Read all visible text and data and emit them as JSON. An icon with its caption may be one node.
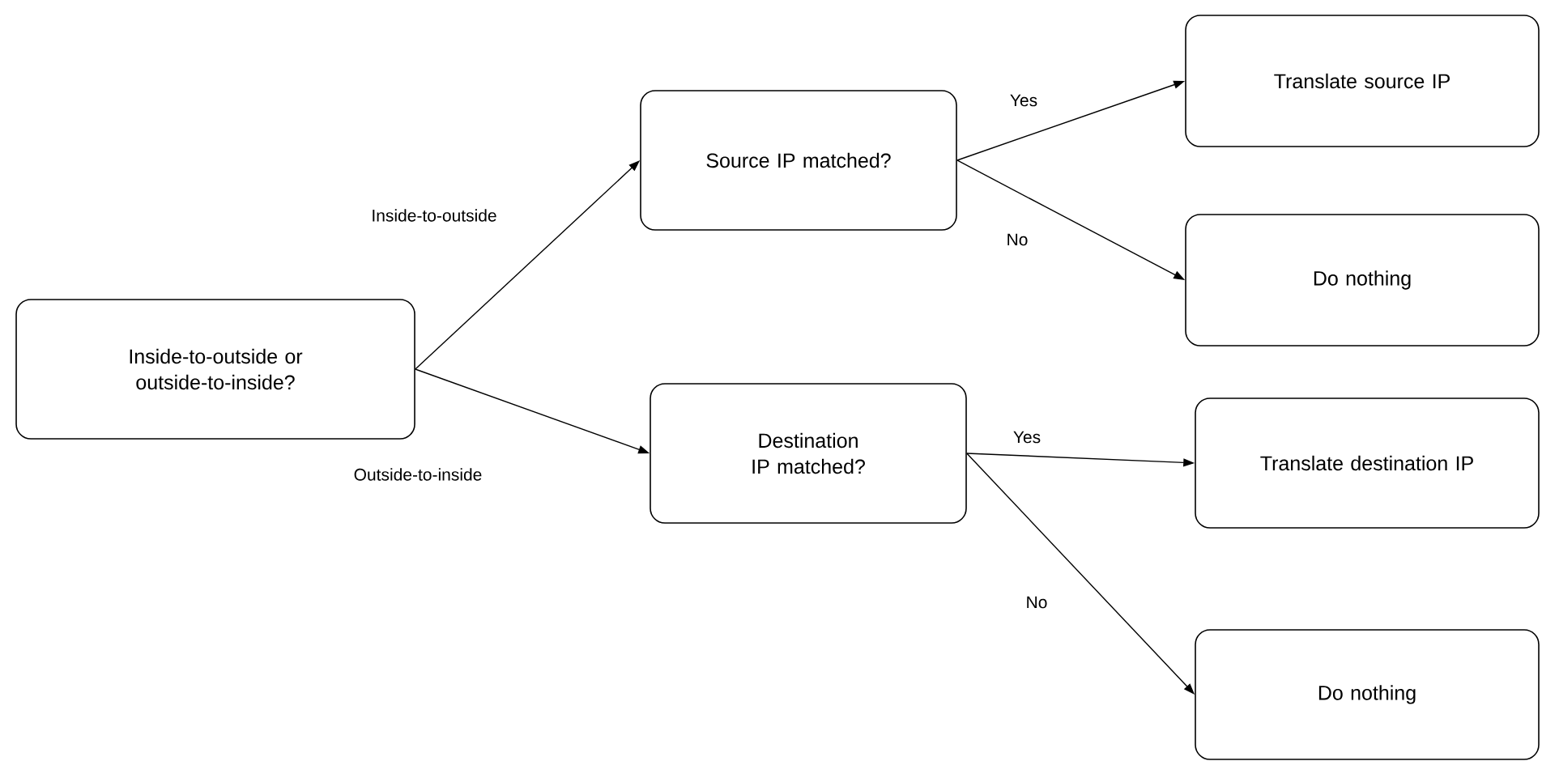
{
  "diagram": {
    "nodes": [
      {
        "text": [
          "Inside-to-outside or outside-to-inside?"
        ]
      },
      {
        "text": [
          "Source IP matched?"
        ]
      },
      {
        "text": [
          "Translate source IP"
        ]
      },
      {
        "text": [
          "Do nothing"
        ]
      },
      {
        "text": [
          "Destination IP matched?"
        ]
      },
      {
        "text": [
          "Translate destination IP"
        ]
      },
      {
        "text": [
          "Do nothing"
        ]
      }
    ],
    "edges": [
      {
        "from": 0,
        "to": 1,
        "arrow": "to",
        "label": "Inside-to-outside"
      },
      {
        "from": 0,
        "to": 4,
        "arrow": "to",
        "label": "Outside-to-inside"
      },
      {
        "from": 1,
        "to": 2,
        "arrow": "to",
        "label": "Yes"
      },
      {
        "from": 1,
        "to": 3,
        "arrow": "to",
        "label": "No"
      },
      {
        "from": 4,
        "to": 5,
        "arrow": "to",
        "label": "Yes"
      },
      {
        "from": 4,
        "to": 6,
        "arrow": "to",
        "label": "No"
      }
    ]
  }
}
